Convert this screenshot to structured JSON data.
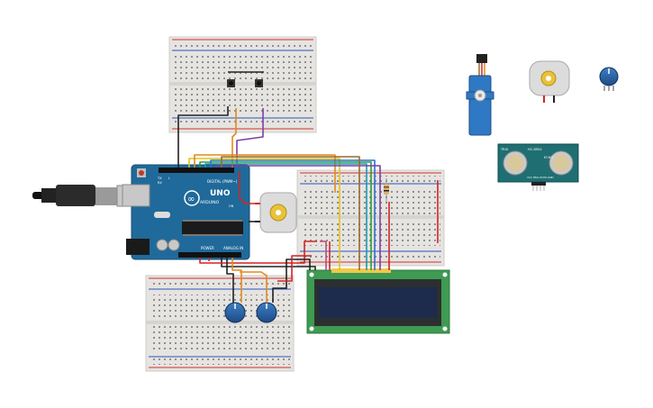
{
  "board": {
    "logo": "∞",
    "name": "UNO",
    "brand": "ARDUINO",
    "digital_label": "DIGITAL (PWM~)",
    "power_label": "POWER",
    "analog_label": "ANALOG IN",
    "on_label": "ON",
    "tx_label": "TX",
    "rx_label": "RX",
    "l_label": "L"
  },
  "ultrasonic": {
    "model": "HC-SR04",
    "trig_label": "TRIG",
    "echo_label": "ECHO",
    "pins": "VCC TRIG ECHO GND"
  },
  "colors": {
    "arduino_blue": "#1f6a9a",
    "breadboard": "#e6e4e0",
    "lcd_pcb": "#3f9a52",
    "lcd_screen": "#1d2b4c",
    "sensor_pcb": "#1f6f72",
    "wire_black": "#222222",
    "wire_red": "#d32424",
    "wire_orange": "#e08a1e",
    "wire_yellow": "#e6c21a",
    "wire_green": "#2a9e3a",
    "wire_blue": "#2e6fd0",
    "wire_purple": "#7b3fa8",
    "wire_brown": "#9a6a2f",
    "wire_pink": "#c2467a",
    "wire_teal": "#1d9ab0"
  },
  "components": [
    {
      "name": "usb-cable",
      "icon": "usb-plug-icon"
    },
    {
      "name": "arduino-uno-board",
      "icon": "microcontroller-icon"
    },
    {
      "name": "breadboard-top",
      "icon": "breadboard-icon"
    },
    {
      "name": "breadboard-right",
      "icon": "breadboard-icon"
    },
    {
      "name": "breadboard-bottom",
      "icon": "breadboard-icon"
    },
    {
      "name": "pushbutton",
      "icon": "pushbutton-icon"
    },
    {
      "name": "dc-motor",
      "icon": "dc-motor-icon"
    },
    {
      "name": "lcd-16x2",
      "icon": "lcd-display-icon"
    },
    {
      "name": "potentiometer",
      "icon": "potentiometer-icon"
    },
    {
      "name": "micro-servo",
      "icon": "servo-icon"
    },
    {
      "name": "ultrasonic-sensor",
      "icon": "ultrasonic-sensor-icon"
    },
    {
      "name": "resistor",
      "icon": "resistor-icon"
    }
  ]
}
